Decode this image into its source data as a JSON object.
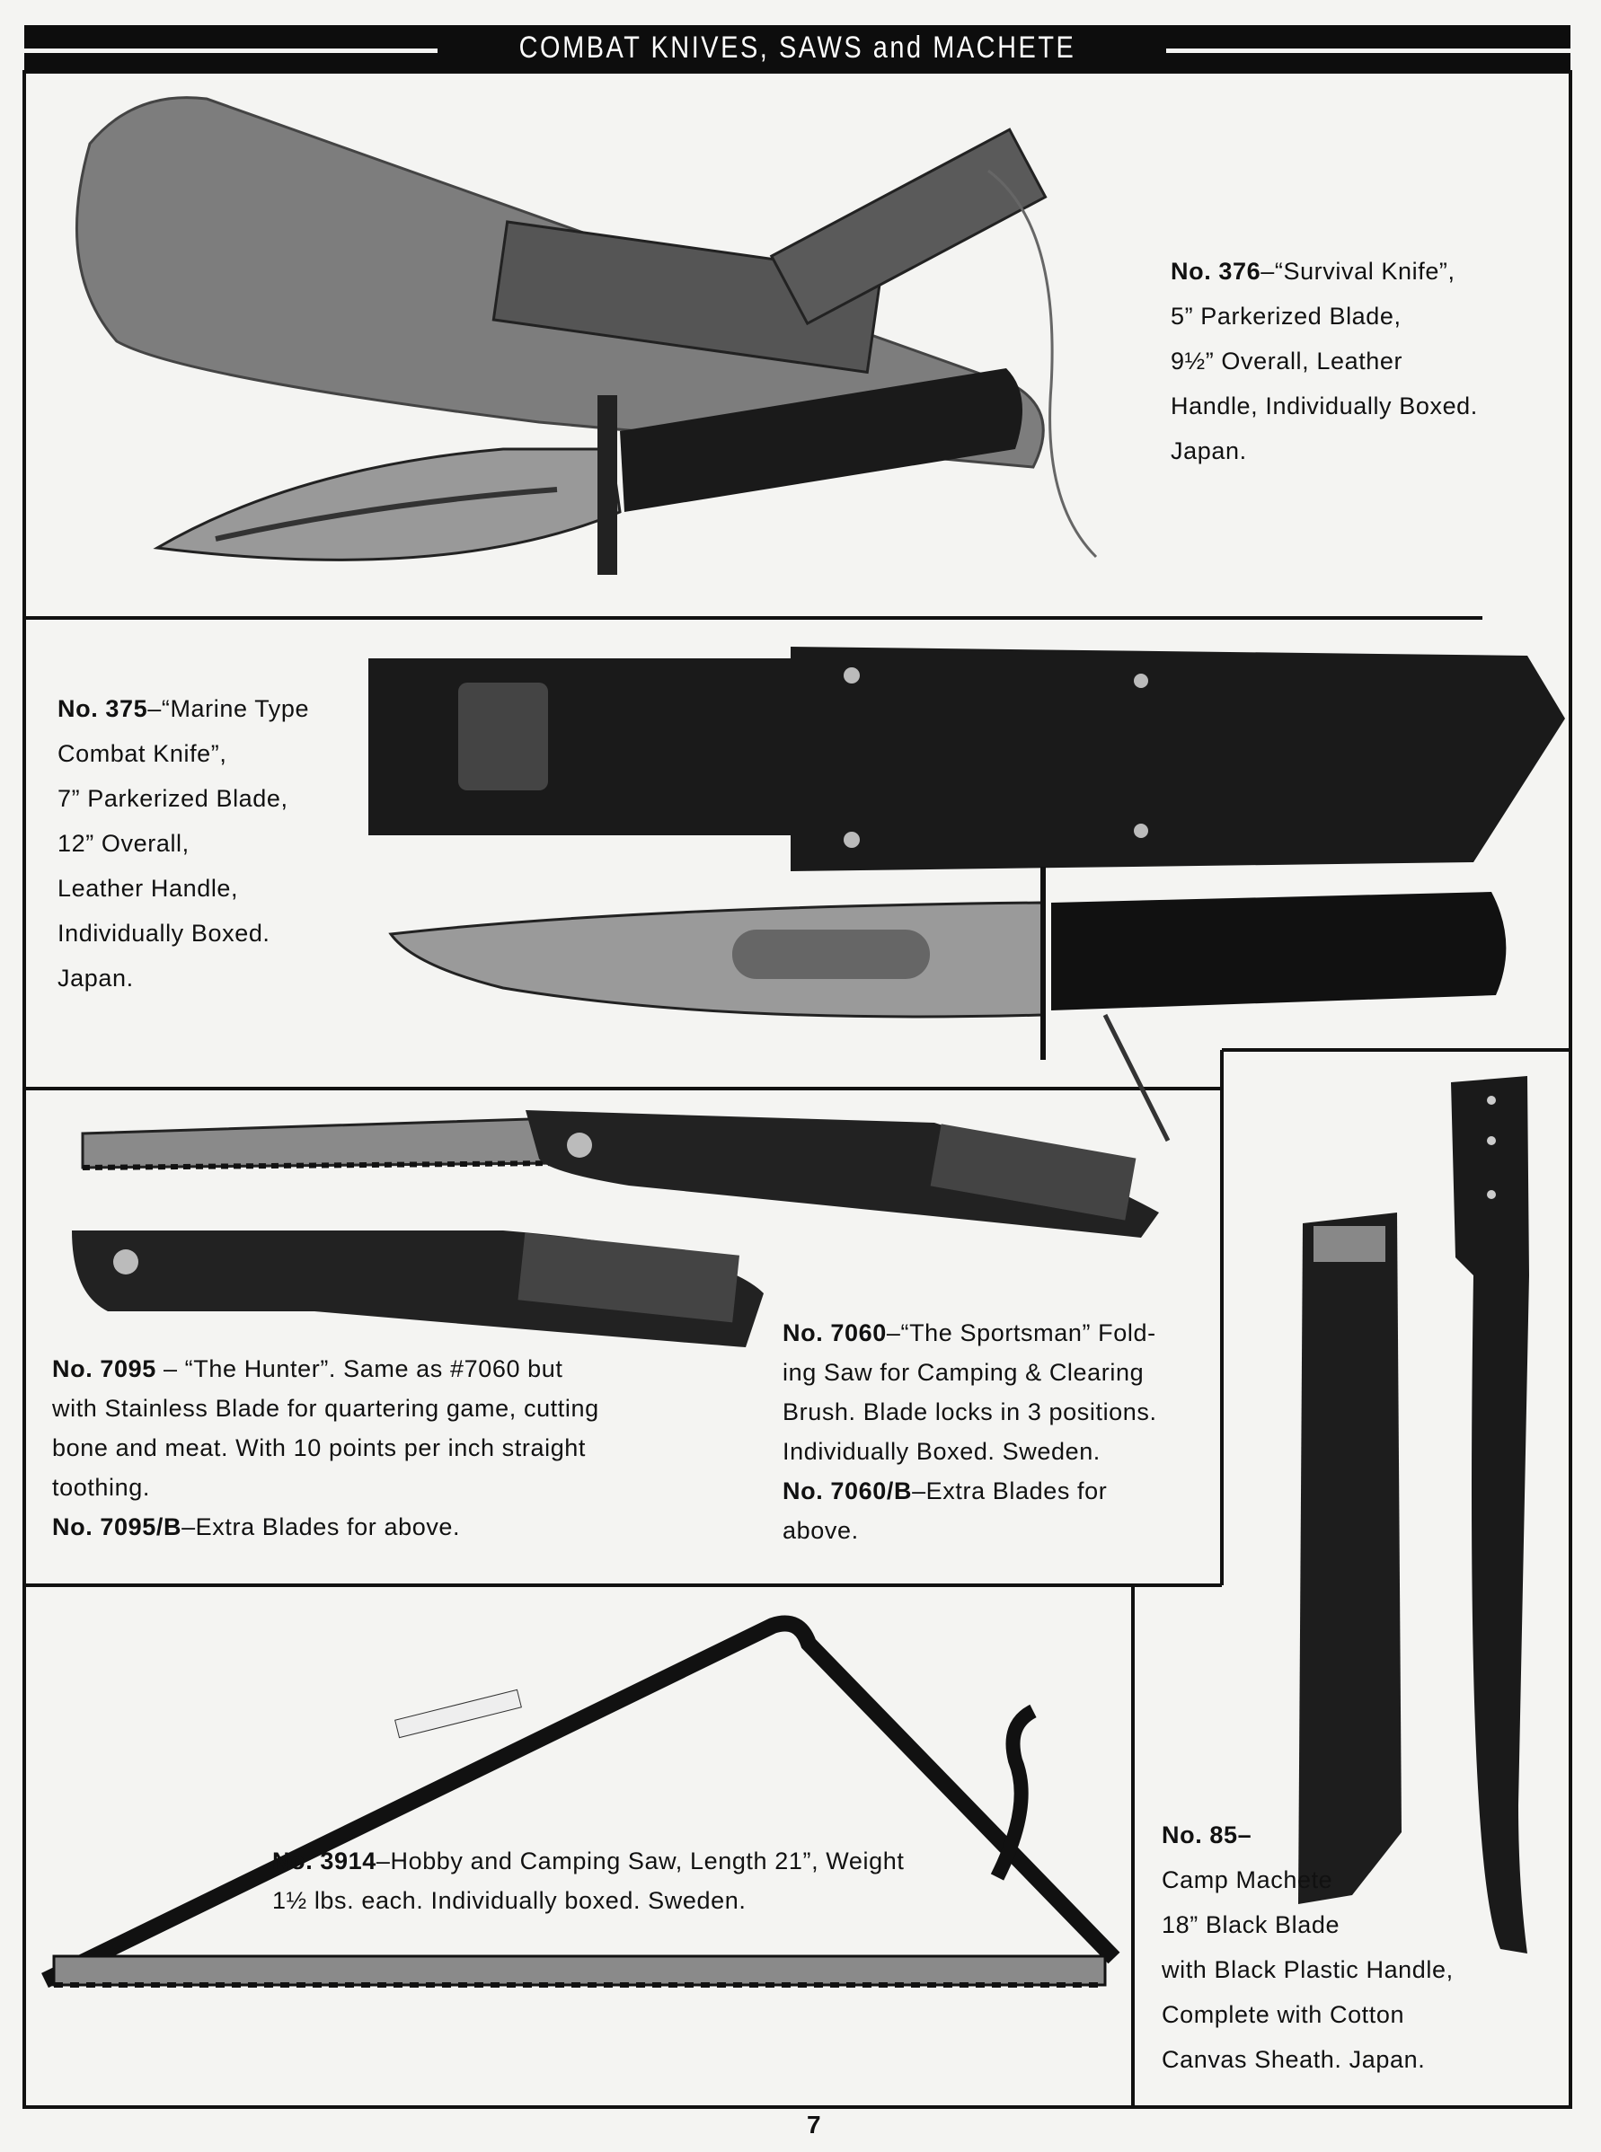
{
  "header": {
    "title": "COMBAT KNIVES, SAWS and MACHETE"
  },
  "items": {
    "i376": {
      "number": "No. 376",
      "lines": [
        "–“Survival Knife”,",
        "5” Parkerized Blade,",
        "9½” Overall, Leather",
        "Handle, Individually Boxed.",
        "Japan."
      ]
    },
    "i375": {
      "number": "No. 375",
      "lines": [
        "–“Marine Type",
        "Combat Knife”,",
        "7” Parkerized Blade,",
        "12” Overall,",
        "Leather Handle,",
        "Individually Boxed.",
        "Japan."
      ]
    },
    "i7095": {
      "number": "No. 7095",
      "lines": [
        "– “The Hunter”. Same as #7060 but",
        "with Stainless Blade for quartering game, cutting",
        "bone and meat. With 10 points per inch straight",
        "toothing."
      ],
      "extra_number": "No. 7095/B",
      "extra_text": "–Extra Blades for above."
    },
    "i7060": {
      "number": "No. 7060",
      "lines": [
        "–“The Sportsman” Fold-",
        "ing Saw for Camping & Clearing",
        "Brush. Blade locks in 3 positions.",
        "Individually Boxed.  Sweden."
      ],
      "extra_number": "No. 7060/B",
      "extra_text": "–Extra Blades for",
      "extra_text2": "above."
    },
    "i3914": {
      "number": "No. 3914",
      "lines": [
        "–Hobby and Camping Saw, Length 21”, Weight",
        "1½ lbs. each. Individually boxed.  Sweden."
      ]
    },
    "i85": {
      "number": "No. 85–",
      "lines": [
        "Camp Machete",
        "18” Black Blade",
        "with Black Plastic Handle,",
        "Complete with Cotton",
        "Canvas Sheath. Japan."
      ]
    }
  },
  "page_number": "7"
}
